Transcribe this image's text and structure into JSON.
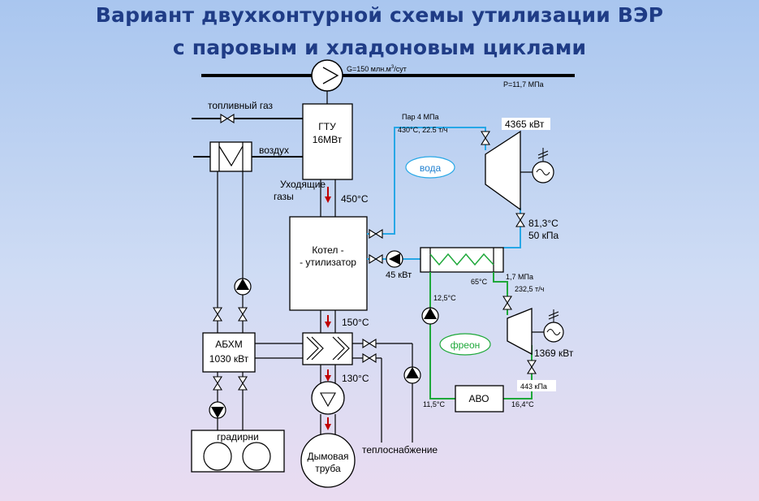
{
  "title": {
    "line1": "Вариант двухконтурной схемы утилизации ВЭР",
    "line2": "с паровым и хладоновым циклами"
  },
  "labels": {
    "gas_flow_prefix": "G=150 млн.м",
    "gas_flow_sup": "3",
    "gas_flow_suffix": "/сут",
    "pressure": "P=11,7 МПа",
    "fuel_gas": "топливный газ",
    "air": "воздух",
    "gtu_line1": "ГТУ",
    "gtu_line2": "16МВт",
    "exhaust_line1": "Уходящие",
    "exhaust_line2": "газы",
    "t450": "450°C",
    "boiler_line1": "Котел -",
    "boiler_line2": "- утилизатор",
    "t150": "150°C",
    "t130": "130°C",
    "chimney_line1": "Дымовая",
    "chimney_line2": "труба",
    "heat_supply": "теплоснабжение",
    "abhm_line1": "АБХМ",
    "abhm_line2": "1030 кВт",
    "cooling_towers": "градирни",
    "steam_line1": "Пар 4 МПа",
    "steam_line2": "430°С, 22.5 т/ч",
    "turbine_power": "4365 кВт",
    "water": "вода",
    "t81": "81,3°С",
    "p50": "50 кПа",
    "pump45": "45 кВт",
    "t65": "65°С",
    "t12": "12,5°С",
    "p17": "1,7 МПа",
    "flow232": "232,5 т/ч",
    "freon": "фреон",
    "freon_turbine_power": "1369 кВт",
    "p443": "443 кПа",
    "avo": "АВО",
    "t11": "11,5°С",
    "t16": "16,4°С"
  },
  "colors": {
    "title": "#1f3c86",
    "steam_circuit": "#27a7e6",
    "freon_circuit": "#1ea83a",
    "gas_flow_arrow": "#c00000"
  },
  "icons": [
    "compressor-icon",
    "valve-icon",
    "pump-icon",
    "turbine-icon",
    "generator-icon",
    "heat-exchanger-icon",
    "fan-icon"
  ]
}
